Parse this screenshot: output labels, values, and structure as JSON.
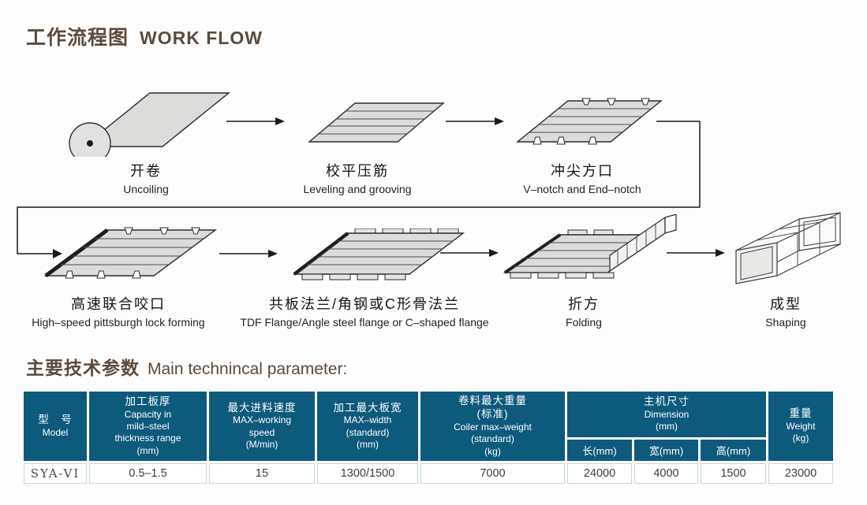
{
  "title": {
    "zh": "工作流程图",
    "en": "WORK FLOW"
  },
  "colors": {
    "accent": "#5d4a3c",
    "table_header_bg": "#0e5a7d",
    "sheet_fill": "#dcdcda"
  },
  "flow": {
    "steps": [
      {
        "zh": "开卷",
        "en": "Uncoiling"
      },
      {
        "zh": "校平压筋",
        "en": "Leveling and grooving"
      },
      {
        "zh": "冲尖方口",
        "en": "V–notch and End–notch"
      },
      {
        "zh": "高速联合咬口",
        "en": "High–speed pittsburgh lock forming"
      },
      {
        "zh": "共板法兰/角钢或C形骨法兰",
        "en": "TDF Flange/Angle steel flange or C–shaped flange"
      },
      {
        "zh": "折方",
        "en": "Folding"
      },
      {
        "zh": "成型",
        "en": "Shaping"
      }
    ]
  },
  "parameters": {
    "title_zh": "主要技术参数",
    "title_en": "Main technincal parameter:",
    "table": {
      "columns": {
        "model": {
          "zh": "型　号",
          "en": "Model"
        },
        "capacity": {
          "zh": "加工板厚",
          "en": "Capacity in\nmild–steel\nthickness range\n(mm)"
        },
        "speed": {
          "zh": "最大进料速度",
          "en": "MAX–working\nspeed\n(M/min)"
        },
        "width": {
          "zh": "加工最大板宽",
          "en": "MAX–width\n(standard)\n(mm)"
        },
        "coiler": {
          "zh": "卷料最大重量\n(标准)",
          "en": "Coiler max–weight\n(standard)\n(kg)"
        },
        "dimension": {
          "zh": "主机尺寸",
          "en": "Dimension\n(mm)",
          "sub_length": "长(mm)",
          "sub_width": "宽(mm)",
          "sub_height": "高(mm)"
        },
        "weight": {
          "zh": "重量",
          "en": "Weight\n(kg)"
        }
      },
      "row": {
        "model": "SYA-VI",
        "capacity": "0.5–1.5",
        "speed": "15",
        "width": "1300/1500",
        "coiler": "7000",
        "length": "24000",
        "breadth": "4000",
        "height": "1500",
        "weight": "23000"
      }
    }
  }
}
